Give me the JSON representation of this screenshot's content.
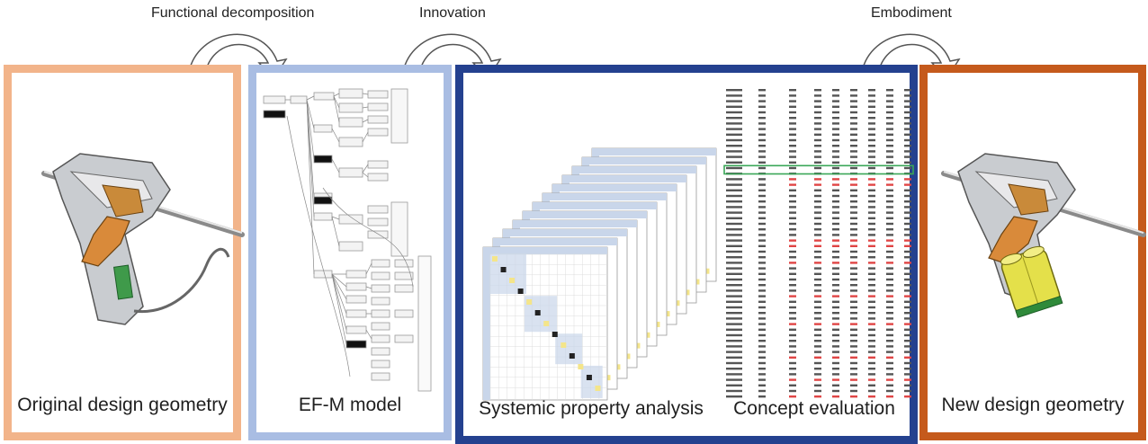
{
  "stage_labels": {
    "functional_decomposition": "Functional decomposition",
    "innovation": "Innovation",
    "embodiment": "Embodiment"
  },
  "panels": {
    "original": {
      "caption": "Original design geometry",
      "border_color": "#f2b48a"
    },
    "efm": {
      "caption": "EF-M model",
      "border_color": "#a9bde3"
    },
    "analysis": {
      "caption_left": "Systemic property analysis",
      "caption_right": "Concept evaluation",
      "border_color": "#24418f"
    },
    "new": {
      "caption": "New design geometry",
      "border_color": "#c55a1c"
    }
  },
  "icons": [
    "curved-arrow-icon",
    "glue-gun-icon",
    "glue-gun-with-battery-icon",
    "tree-graph-icon",
    "dsm-matrix-stack-icon",
    "results-table-icon"
  ],
  "colors": {
    "highlight_row": "#3aa757",
    "matrix_header": "#c9d6ea",
    "matrix_diagonal": "#f4e58a"
  }
}
